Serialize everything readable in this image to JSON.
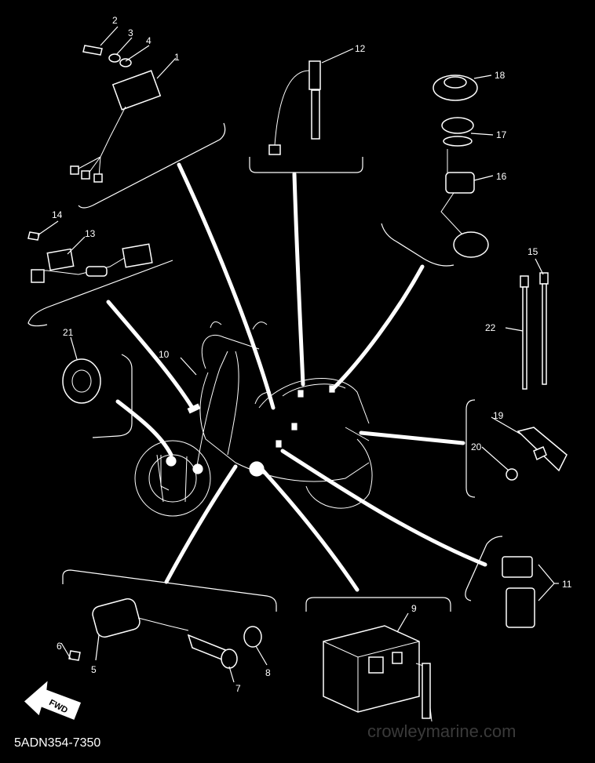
{
  "callouts": {
    "c1": "1",
    "c2": "2",
    "c3": "3",
    "c4": "4",
    "c5": "5",
    "c6": "6",
    "c7": "7",
    "c8": "8",
    "c9": "9",
    "c10": "10",
    "c11": "11",
    "c12": "12",
    "c13": "13",
    "c14": "14",
    "c15": "15",
    "c16": "16",
    "c17": "17",
    "c18": "18",
    "c19": "19",
    "c20": "20",
    "c21": "21",
    "c22": "22"
  },
  "diagram_code": "5ADN354-7350",
  "watermark": "crowleymarine.com",
  "fwd_label": "FWD"
}
